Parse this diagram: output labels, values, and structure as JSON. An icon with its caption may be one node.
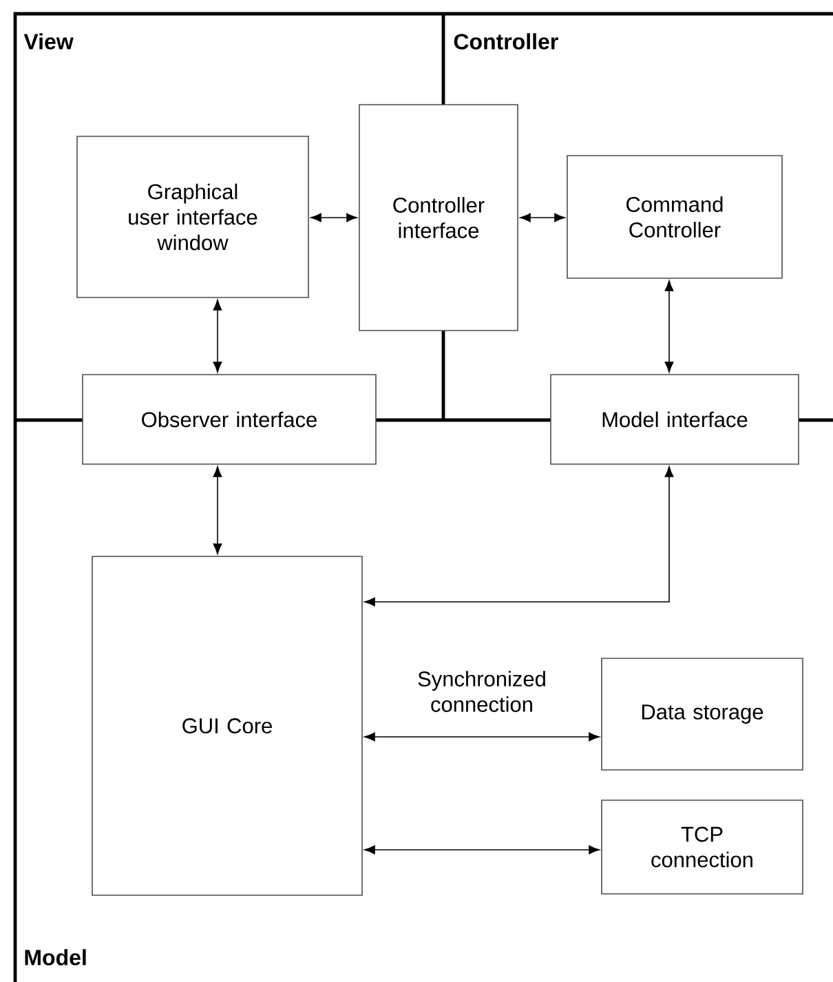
{
  "diagram": {
    "nodes": [
      {
        "text": [
          "Graphical user interface window"
        ]
      },
      {
        "text": [
          "Controller interface"
        ]
      },
      {
        "text": [
          "Command Controller"
        ]
      },
      {
        "text": [
          "Observer interface"
        ]
      },
      {
        "text": [
          "Model interface"
        ]
      },
      {
        "text": [
          "GUI Core"
        ]
      },
      {
        "text": [
          "Data storage"
        ]
      },
      {
        "text": [
          "TCP connection"
        ]
      }
    ],
    "edges": [
      {
        "from": 0,
        "to": 1,
        "arrow": "both"
      },
      {
        "from": 1,
        "to": 2,
        "arrow": "both"
      },
      {
        "from": 0,
        "to": 3,
        "arrow": "both"
      },
      {
        "from": 2,
        "to": 4,
        "arrow": "both"
      },
      {
        "from": 3,
        "to": 5,
        "arrow": "both"
      },
      {
        "from": 4,
        "to": 5,
        "arrow": "both"
      },
      {
        "from": 5,
        "to": 6,
        "arrow": "both",
        "label": "Synchronized connection"
      },
      {
        "from": 5,
        "to": 7,
        "arrow": "both"
      }
    ],
    "labels": [
      "View",
      "Controller",
      "Model"
    ]
  }
}
